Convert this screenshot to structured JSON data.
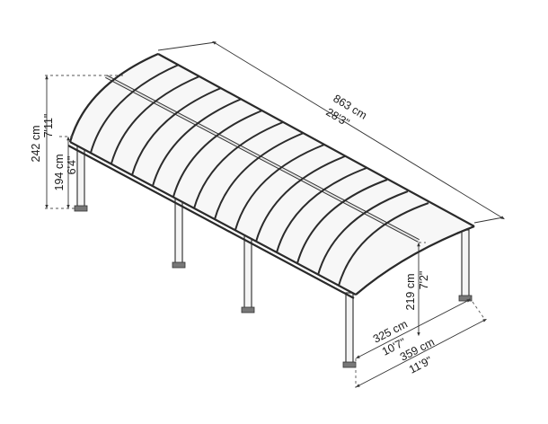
{
  "dimensions": {
    "length_cm": "863 cm",
    "length_ft": "28'3\"",
    "total_height_cm": "242 cm",
    "total_height_ft": "7'11\"",
    "side_height_cm": "194 cm",
    "side_height_ft": "6'4\"",
    "front_height_cm": "219 cm",
    "front_height_ft": "7'2\"",
    "inner_width_cm": "325 cm",
    "inner_width_ft": "10'7\"",
    "outer_width_cm": "359 cm",
    "outer_width_ft": "11'9\""
  }
}
